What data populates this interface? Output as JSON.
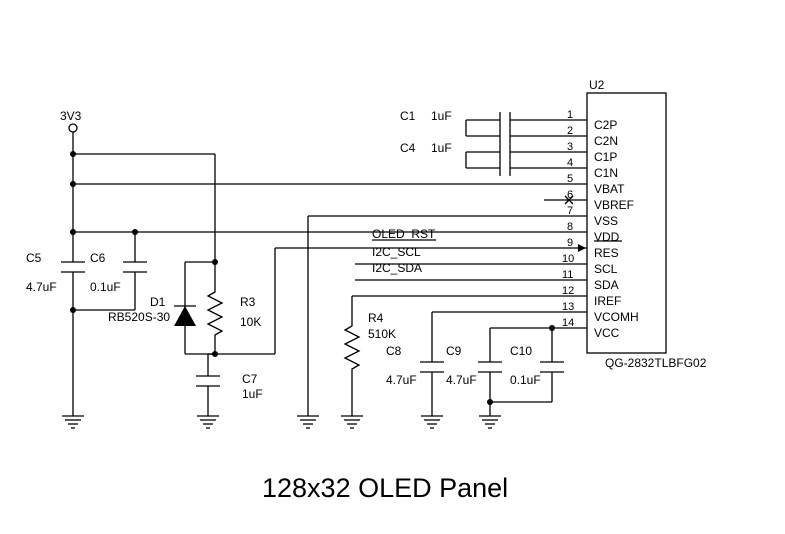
{
  "diagram": {
    "title": "128x32 OLED Panel",
    "chip": {
      "ref": "U2",
      "part": "QG-2832TLBFG02",
      "pins": [
        {
          "num": "1",
          "name": "C2P"
        },
        {
          "num": "2",
          "name": "C2N"
        },
        {
          "num": "3",
          "name": "C1P"
        },
        {
          "num": "4",
          "name": "C1N"
        },
        {
          "num": "5",
          "name": "VBAT"
        },
        {
          "num": "6",
          "name": "VBREF"
        },
        {
          "num": "7",
          "name": "VSS"
        },
        {
          "num": "8",
          "name": "VDD"
        },
        {
          "num": "9",
          "name": "RES"
        },
        {
          "num": "10",
          "name": "SCL"
        },
        {
          "num": "11",
          "name": "SDA"
        },
        {
          "num": "12",
          "name": "IREF"
        },
        {
          "num": "13",
          "name": "VCOMH"
        },
        {
          "num": "14",
          "name": "VCC"
        }
      ]
    },
    "power": {
      "label": "3V3"
    },
    "signals": {
      "rst": "OLED_RST",
      "scl": "I2C_SCL",
      "sda": "I2C_SDA"
    },
    "components": {
      "c1": {
        "ref": "C1",
        "value": "1uF"
      },
      "c4": {
        "ref": "C4",
        "value": "1uF"
      },
      "c5": {
        "ref": "C5",
        "value": "4.7uF"
      },
      "c6": {
        "ref": "C6",
        "value": "0.1uF"
      },
      "d1": {
        "ref": "D1",
        "value": "RB520S-30"
      },
      "r3": {
        "ref": "R3",
        "value": "10K"
      },
      "c7": {
        "ref": "C7",
        "value": "1uF"
      },
      "r4": {
        "ref": "R4",
        "value": "510K"
      },
      "c8": {
        "ref": "C8",
        "value": "4.7uF"
      },
      "c9": {
        "ref": "C9",
        "value": "4.7uF"
      },
      "c10": {
        "ref": "C10",
        "value": "0.1uF"
      }
    }
  }
}
